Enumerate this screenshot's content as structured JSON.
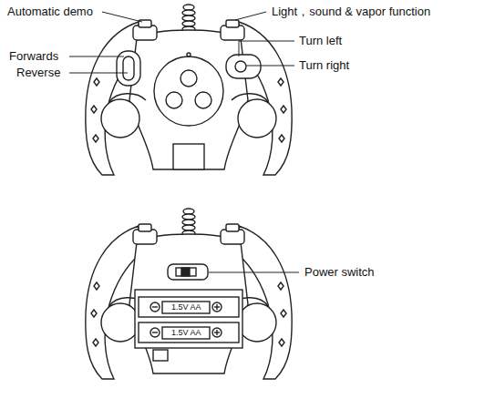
{
  "diagram": {
    "labels": [
      "Automatic demo",
      "Light，sound & vapor function",
      "Forwards",
      "Reverse",
      "Turn left",
      "Turn right",
      "Power switch",
      "1.5V AA",
      "1.5V AA"
    ]
  }
}
